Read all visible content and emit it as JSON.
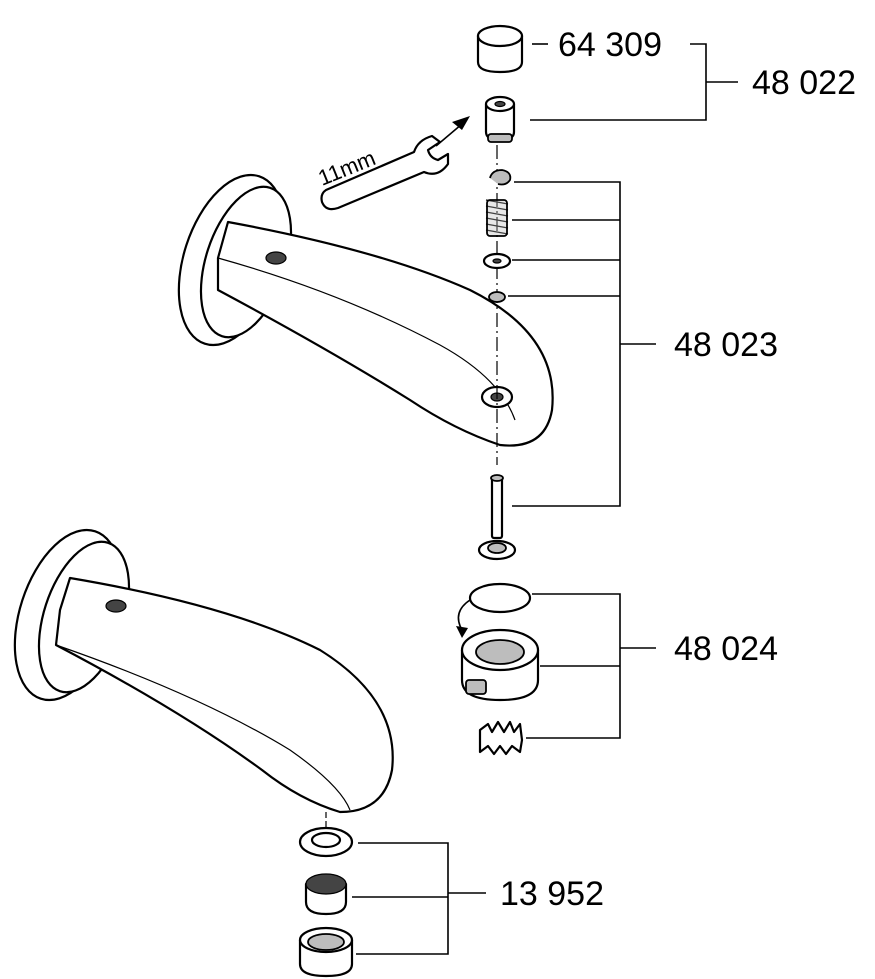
{
  "labels": {
    "p64309": "64 309",
    "p48022": "48 022",
    "p48023": "48 023",
    "p48024": "48 024",
    "p13952": "13 952",
    "wrench_size": "11mm"
  }
}
